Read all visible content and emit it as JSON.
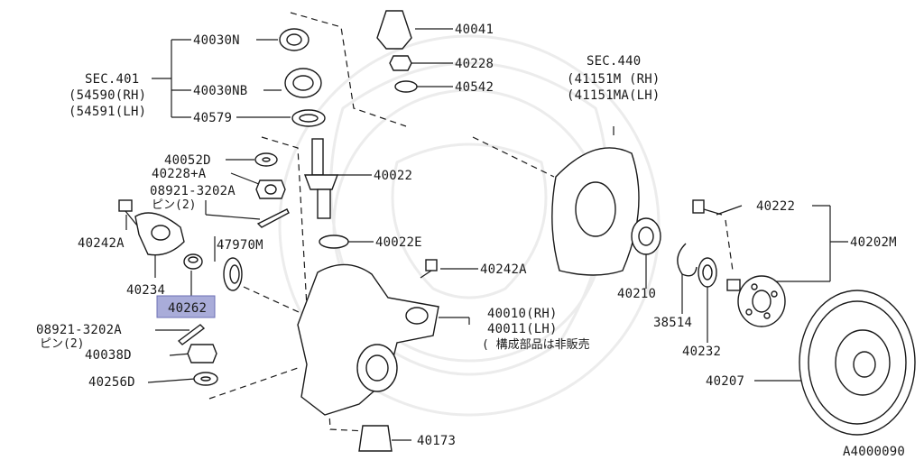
{
  "diagram_id": "A4000090",
  "highlighted_part": "40262",
  "labels": {
    "p40030N": "40030N",
    "sec401": "SEC.401",
    "p54590": "(54590(RH)",
    "p54591": "(54591(LH)",
    "p40030NB": "40030NB",
    "p40579": "40579",
    "p40052D": "40052D",
    "p40228A": "40228+A",
    "p08921a": "08921-3202A",
    "pin2a": "ピン(2)",
    "p40242A_left": "40242A",
    "p40234": "40234",
    "p40262": "40262",
    "p47970M": "47970M",
    "p08921b": "08921-3202A",
    "pin2b": "ピン(2)",
    "p40038D": "40038D",
    "p40256D": "40256D",
    "p40041": "40041",
    "p40228": "40228",
    "p40542": "40542",
    "p40022": "40022",
    "p40022E": "40022E",
    "p40242A_mid": "40242A",
    "p40010": "40010(RH)",
    "p40011": "40011(LH)",
    "note": "( 構成部品は非販売",
    "p40173": "40173",
    "sec440": "SEC.440",
    "p41151M": "(41151M (RH)",
    "p41151MA": "(41151MA(LH)",
    "p40210": "40210",
    "p38514": "38514",
    "p40232": "40232",
    "p40222": "40222",
    "p40202M": "40202M",
    "p40207": "40207"
  }
}
